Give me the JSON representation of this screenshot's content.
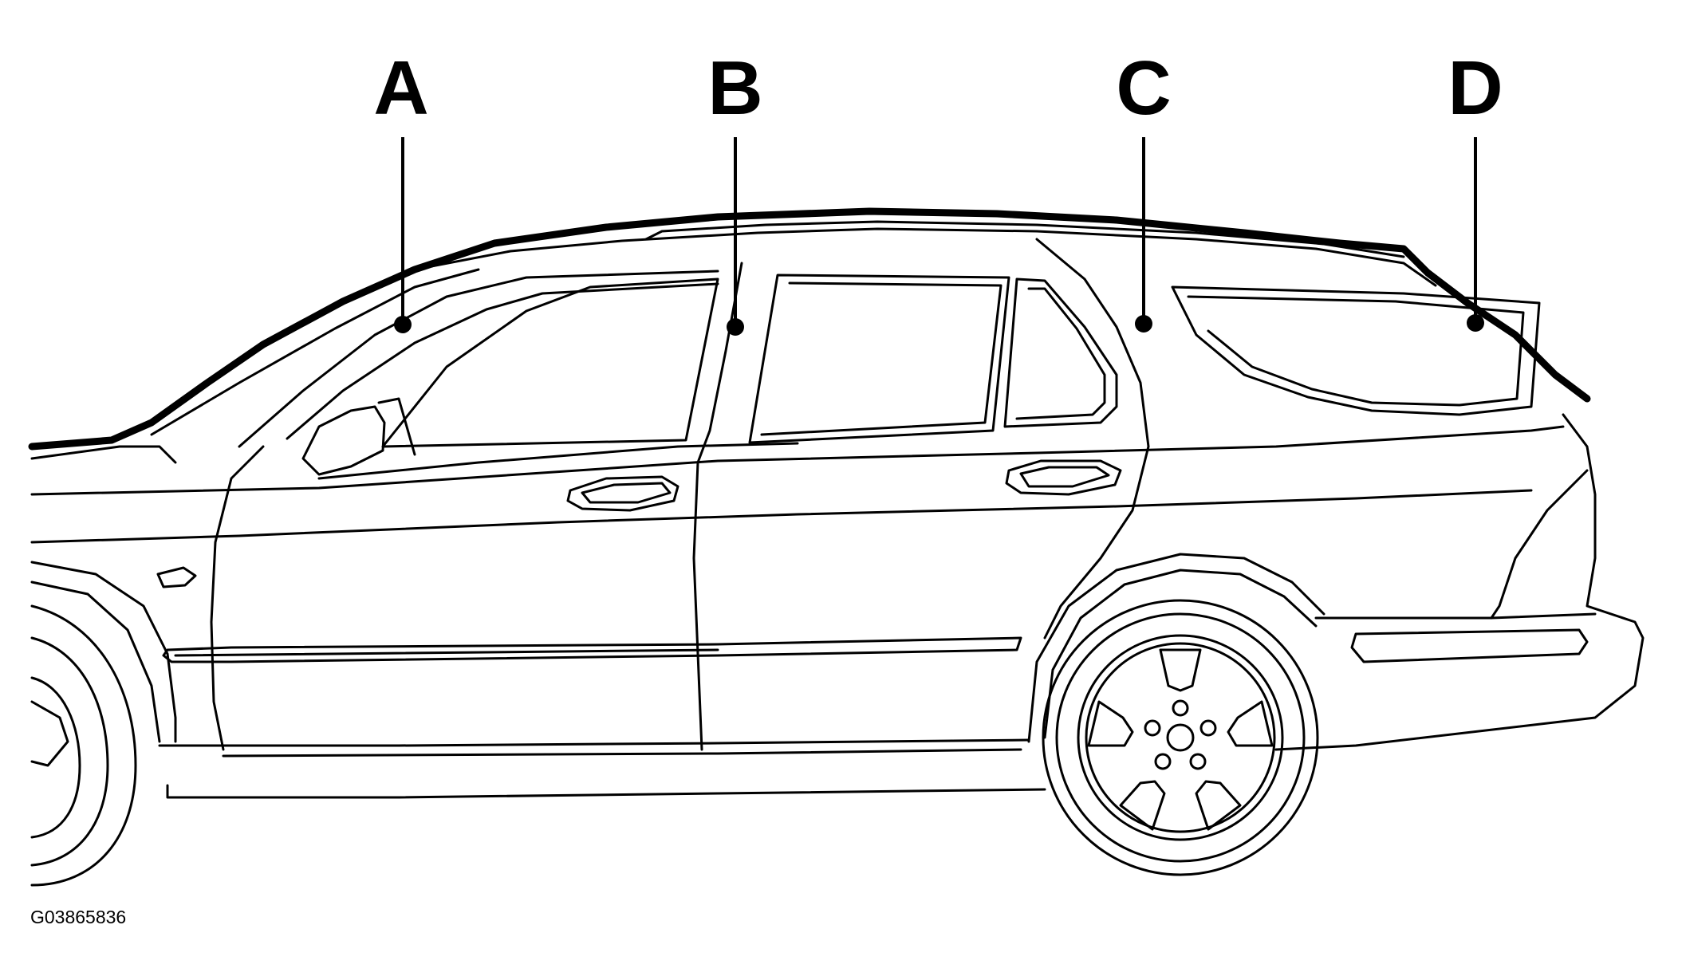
{
  "labels": {
    "a": "A",
    "b": "B",
    "c": "C",
    "d": "D"
  },
  "figure_id": "G03865836",
  "colors": {
    "line": "#000000",
    "background": "#ffffff"
  }
}
